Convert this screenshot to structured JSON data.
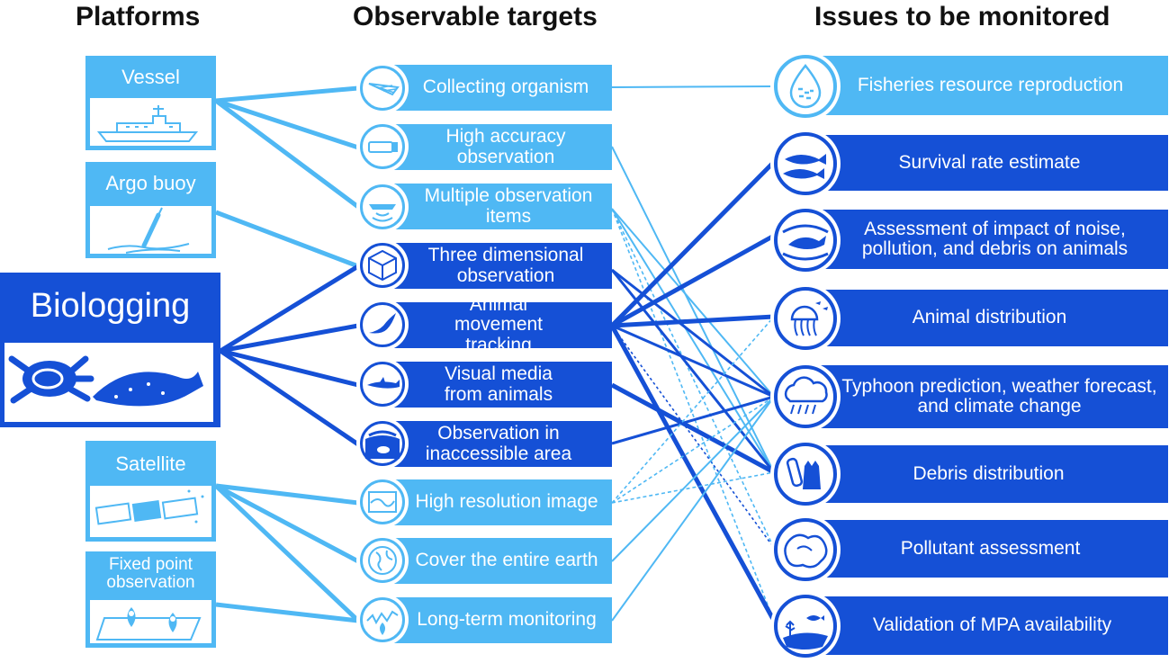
{
  "headers": {
    "platforms": "Platforms",
    "targets": "Observable targets",
    "issues": "Issues to be monitored"
  },
  "platforms": [
    {
      "id": "vessel",
      "label": "Vessel",
      "icon": "vessel-icon"
    },
    {
      "id": "argo",
      "label": "Argo buoy",
      "icon": "argo-buoy-icon"
    },
    {
      "id": "bio",
      "label": "Biologging",
      "icon": "turtle-and-seal-icon"
    },
    {
      "id": "satellite",
      "label": "Satellite",
      "icon": "satellite-icon"
    },
    {
      "id": "fixed",
      "label": "Fixed point observation",
      "icon": "map-pins-icon"
    }
  ],
  "targets": [
    {
      "id": "collecting",
      "label": "Collecting organism",
      "icon": "net-icon",
      "style": "light"
    },
    {
      "id": "accuracy",
      "label": "High accuracy observation",
      "icon": "instrument-icon",
      "style": "light"
    },
    {
      "id": "multiple",
      "label": "Multiple observation items",
      "icon": "sonar-ship-icon",
      "style": "light"
    },
    {
      "id": "threed",
      "label": "Three dimensional observation",
      "icon": "cube-icon",
      "style": "dark"
    },
    {
      "id": "movement",
      "label": "Animal movement tracking",
      "icon": "seabird-icon",
      "style": "dark"
    },
    {
      "id": "visual",
      "label": "Visual media from animals",
      "icon": "dolphin-icon",
      "style": "dark"
    },
    {
      "id": "inaccessible",
      "label": "Observation in inaccessible area",
      "icon": "under-ice-fish-icon",
      "style": "dark"
    },
    {
      "id": "highres",
      "label": "High resolution image",
      "icon": "map-image-icon",
      "style": "light"
    },
    {
      "id": "cover",
      "label": "Cover the entire earth",
      "icon": "globe-icon",
      "style": "light"
    },
    {
      "id": "longterm",
      "label": "Long-term monitoring",
      "icon": "trend-pin-icon",
      "style": "light"
    }
  ],
  "issues": [
    {
      "id": "fisheries",
      "label": "Fisheries resource reproduction",
      "icon": "fish-egg-drop-icon",
      "style": "light"
    },
    {
      "id": "survival",
      "label": "Survival rate estimate",
      "icon": "tuna-icon",
      "style": "dark"
    },
    {
      "id": "noise",
      "label": "Assessment of impact of noise, pollution, and debris on animals",
      "icon": "whale-icon",
      "style": "dark"
    },
    {
      "id": "distribution",
      "label": "Animal distribution",
      "icon": "jellyfish-icon",
      "style": "dark"
    },
    {
      "id": "typhoon",
      "label": "Typhoon prediction, weather forecast, and climate change",
      "icon": "storm-cloud-icon",
      "style": "dark"
    },
    {
      "id": "debris",
      "label": "Debris distribution",
      "icon": "bottle-bag-icon",
      "style": "dark"
    },
    {
      "id": "pollutant",
      "label": "Pollutant assessment",
      "icon": "oil-spill-icon",
      "style": "dark"
    },
    {
      "id": "mpa",
      "label": "Validation of MPA availability",
      "icon": "reef-fish-icon",
      "style": "dark"
    }
  ],
  "links": [
    {
      "from": "vessel",
      "to": "collecting",
      "style": "light-thick"
    },
    {
      "from": "vessel",
      "to": "accuracy",
      "style": "light-thick"
    },
    {
      "from": "vessel",
      "to": "multiple",
      "style": "light-thick"
    },
    {
      "from": "argo",
      "to": "threed",
      "style": "light-thick"
    },
    {
      "from": "bio",
      "to": "threed",
      "style": "dark-thick"
    },
    {
      "from": "bio",
      "to": "movement",
      "style": "dark-thick"
    },
    {
      "from": "bio",
      "to": "visual",
      "style": "dark-thick"
    },
    {
      "from": "bio",
      "to": "inaccessible",
      "style": "dark-thick"
    },
    {
      "from": "satellite",
      "to": "highres",
      "style": "light-thick"
    },
    {
      "from": "satellite",
      "to": "cover",
      "style": "light-thick"
    },
    {
      "from": "satellite",
      "to": "longterm",
      "style": "light-thick"
    },
    {
      "from": "fixed",
      "to": "longterm",
      "style": "light-thick"
    },
    {
      "from": "collecting",
      "to": "fisheries",
      "style": "light-thin"
    },
    {
      "from": "accuracy",
      "to": "debris",
      "style": "light-thin"
    },
    {
      "from": "multiple",
      "to": "pollutant",
      "style": "light-dashed"
    },
    {
      "from": "multiple",
      "to": "mpa",
      "style": "light-dashed"
    },
    {
      "from": "multiple",
      "to": "typhoon",
      "style": "light-thin"
    },
    {
      "from": "multiple",
      "to": "debris",
      "style": "light-thin"
    },
    {
      "from": "threed",
      "to": "typhoon",
      "style": "dark-medium"
    },
    {
      "from": "threed",
      "to": "debris",
      "style": "dark-medium"
    },
    {
      "from": "movement",
      "to": "survival",
      "style": "dark-thick"
    },
    {
      "from": "movement",
      "to": "noise",
      "style": "dark-thick"
    },
    {
      "from": "movement",
      "to": "distribution",
      "style": "dark-thick"
    },
    {
      "from": "movement",
      "to": "typhoon",
      "style": "dark-medium"
    },
    {
      "from": "movement",
      "to": "pollutant",
      "style": "dark-dashed"
    },
    {
      "from": "movement",
      "to": "mpa",
      "style": "dark-thick"
    },
    {
      "from": "visual",
      "to": "debris",
      "style": "dark-thick"
    },
    {
      "from": "inaccessible",
      "to": "typhoon",
      "style": "dark-medium"
    },
    {
      "from": "highres",
      "to": "distribution",
      "style": "light-dashed"
    },
    {
      "from": "highres",
      "to": "typhoon",
      "style": "light-dashed"
    },
    {
      "from": "highres",
      "to": "debris",
      "style": "light-dashed"
    },
    {
      "from": "cover",
      "to": "typhoon",
      "style": "light-thin"
    },
    {
      "from": "longterm",
      "to": "typhoon",
      "style": "light-thin"
    }
  ],
  "colors": {
    "light": "#4fb8f4",
    "dark": "#1550d6",
    "icon_ring_light": "#4fb8f4",
    "icon_ring_dark": "#1550d6",
    "background": "#ffffff"
  }
}
